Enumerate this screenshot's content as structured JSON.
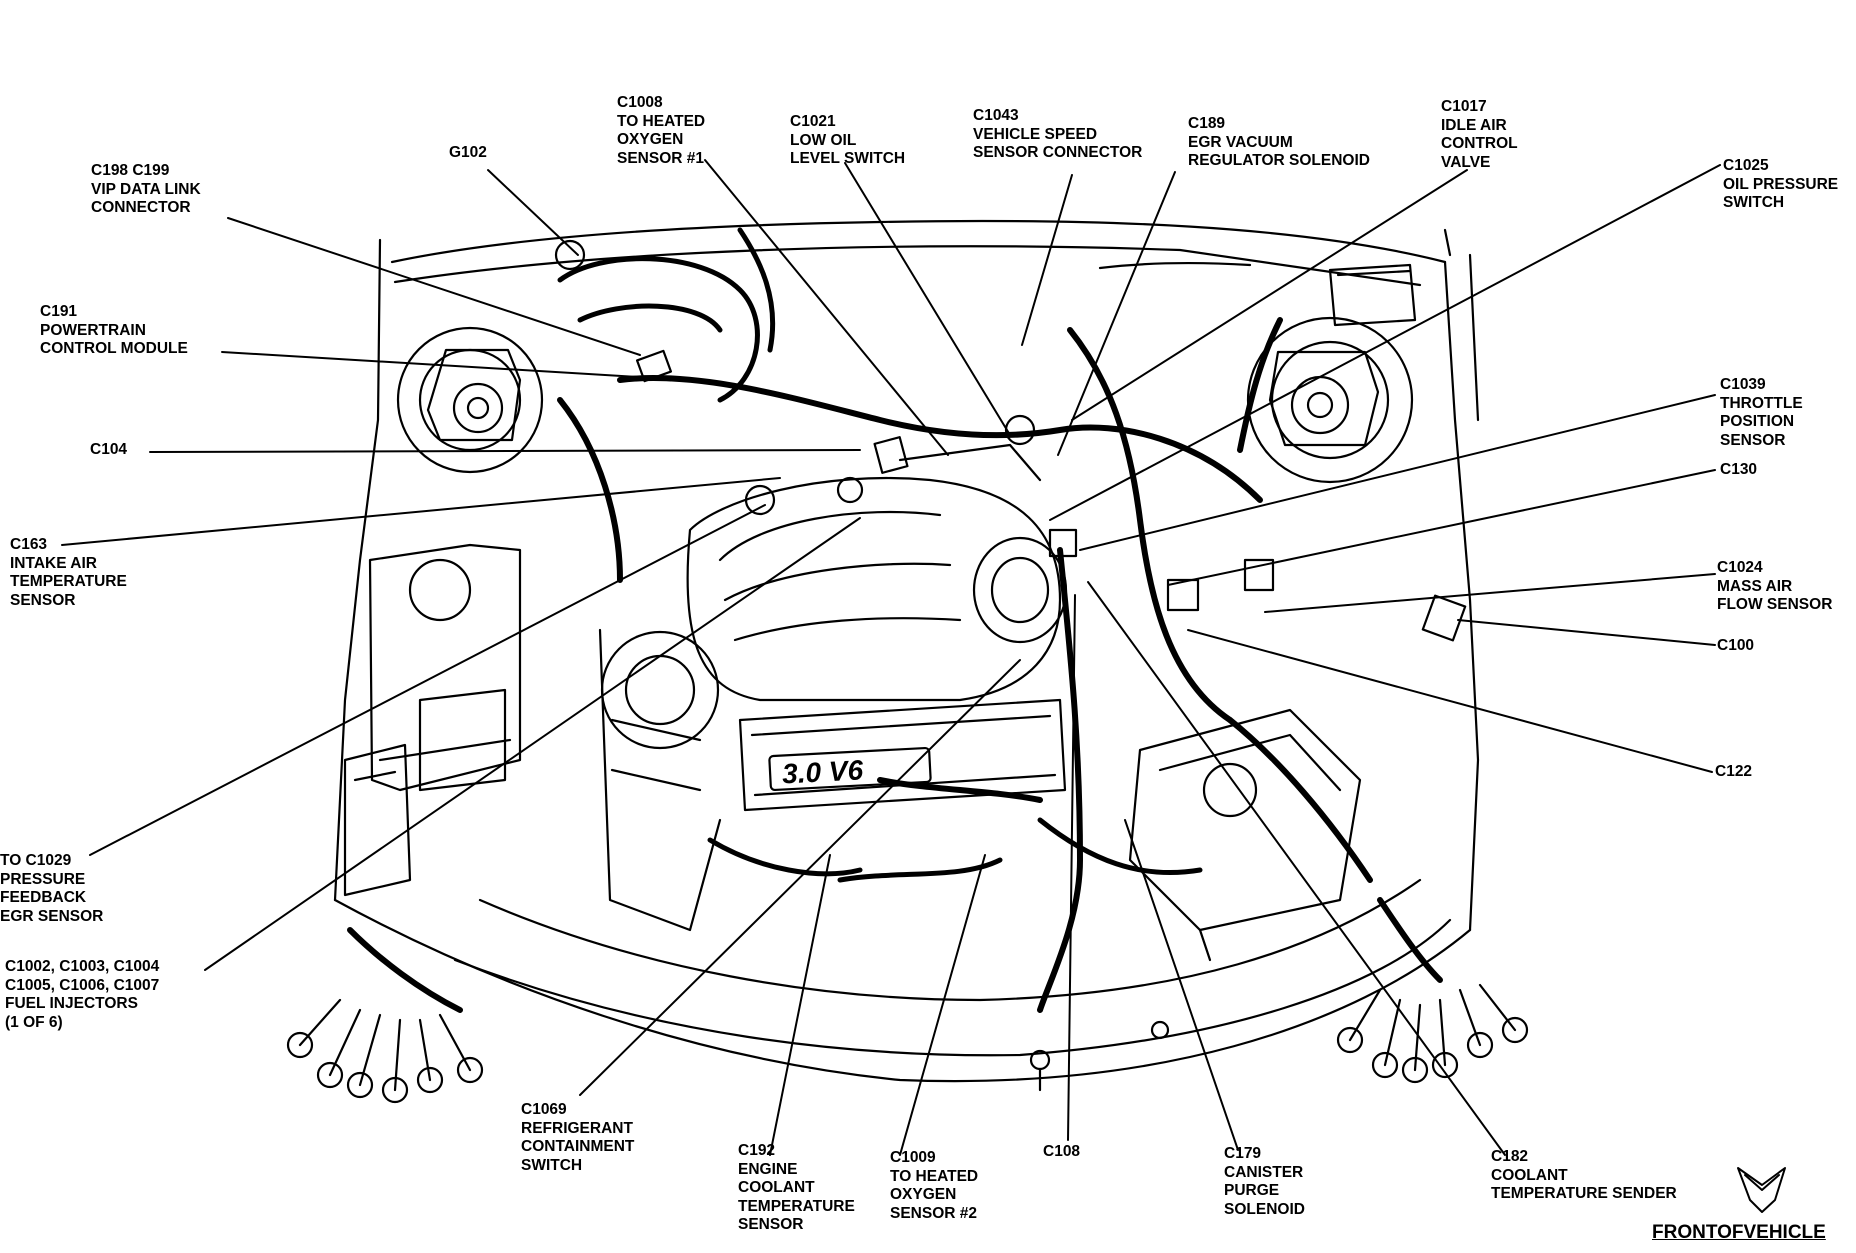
{
  "callouts": [
    {
      "id": "c1008",
      "lines": [
        "C1008",
        "TO HEATED",
        "OXYGEN",
        "SENSOR #1"
      ]
    },
    {
      "id": "c1021",
      "lines": [
        "C1021",
        "LOW OIL",
        "LEVEL SWITCH"
      ]
    },
    {
      "id": "c1043",
      "lines": [
        "C1043",
        "VEHICLE SPEED",
        "SENSOR CONNECTOR"
      ]
    },
    {
      "id": "c189",
      "lines": [
        "C189",
        "EGR VACUUM",
        "REGULATOR SOLENOID"
      ]
    },
    {
      "id": "c1017",
      "lines": [
        "C1017",
        "IDLE AIR",
        "CONTROL",
        "VALVE"
      ]
    },
    {
      "id": "c1025",
      "lines": [
        "C1025",
        "OIL PRESSURE",
        "SWITCH"
      ]
    },
    {
      "id": "g102",
      "lines": [
        "G102"
      ]
    },
    {
      "id": "c198",
      "lines": [
        "C198 C199",
        "VIP DATA LINK",
        "CONNECTOR"
      ]
    },
    {
      "id": "c191",
      "lines": [
        "C191",
        "POWERTRAIN",
        "CONTROL MODULE"
      ]
    },
    {
      "id": "c104",
      "lines": [
        "C104"
      ]
    },
    {
      "id": "c163",
      "lines": [
        "C163",
        "INTAKE AIR",
        "TEMPERATURE",
        "SENSOR"
      ]
    },
    {
      "id": "c1029",
      "lines": [
        "TO C1029",
        "PRESSURE",
        "FEEDBACK",
        "EGR SENSOR"
      ]
    },
    {
      "id": "c1002",
      "lines": [
        "C1002, C1003, C1004",
        "C1005, C1006, C1007",
        "FUEL INJECTORS",
        "(1 OF 6)"
      ]
    },
    {
      "id": "c1039",
      "lines": [
        "C1039",
        "THROTTLE",
        "POSITION",
        "SENSOR"
      ]
    },
    {
      "id": "c130",
      "lines": [
        "C130"
      ]
    },
    {
      "id": "c1024",
      "lines": [
        "C1024",
        "MASS AIR",
        "FLOW SENSOR"
      ]
    },
    {
      "id": "c100",
      "lines": [
        "C100"
      ]
    },
    {
      "id": "c122",
      "lines": [
        "C122"
      ]
    },
    {
      "id": "c1069",
      "lines": [
        "C1069",
        "REFRIGERANT",
        "CONTAINMENT",
        "SWITCH"
      ]
    },
    {
      "id": "c192",
      "lines": [
        "C192",
        "ENGINE",
        "COOLANT",
        "TEMPERATURE",
        "SENSOR"
      ]
    },
    {
      "id": "c1009",
      "lines": [
        "C1009",
        "TO HEATED",
        "OXYGEN",
        "SENSOR #2"
      ]
    },
    {
      "id": "c108",
      "lines": [
        "C108"
      ]
    },
    {
      "id": "c179",
      "lines": [
        "C179",
        "CANISTER",
        "PURGE",
        "SOLENOID"
      ]
    },
    {
      "id": "c182",
      "lines": [
        "C182",
        "COOLANT",
        "TEMPERATURE SENDER"
      ]
    }
  ],
  "engine_badge": "3.0 V6",
  "front_of_vehicle": "FRONTOFVEHICLE"
}
